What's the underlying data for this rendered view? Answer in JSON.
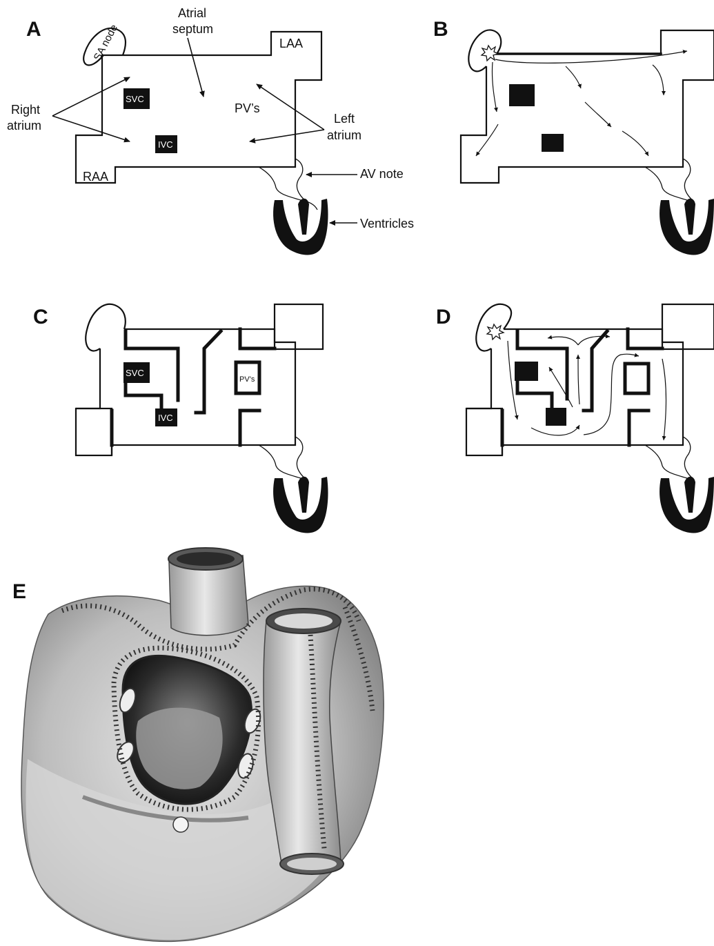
{
  "panels": {
    "a": {
      "letter": "A"
    },
    "b": {
      "letter": "B"
    },
    "c": {
      "letter": "C"
    },
    "d": {
      "letter": "D"
    },
    "e": {
      "letter": "E"
    }
  },
  "labels": {
    "atrial_septum_1": "Atrial",
    "atrial_septum_2": "septum",
    "sa_node": "SA node",
    "laa": "LAA",
    "raa": "RAA",
    "svc": "SVC",
    "ivc": "IVC",
    "pvs": "PV’s",
    "right_atrium_1": "Right",
    "right_atrium_2": "atrium",
    "left_atrium_1": "Left",
    "left_atrium_2": "atrium",
    "av_node": "AV note",
    "ventricles": "Ventricles"
  },
  "panel_c_labels": {
    "svc": "SVC",
    "ivc": "IVC",
    "pvs": "PV’s"
  }
}
